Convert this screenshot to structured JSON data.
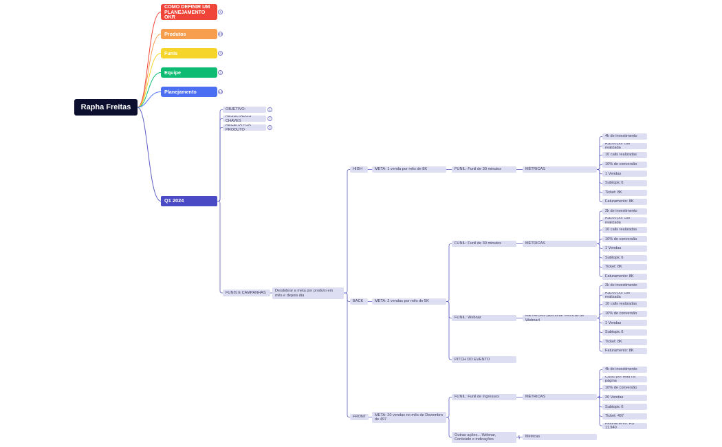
{
  "colors": {
    "line": "#5b5bc2",
    "node_bg": "#dedef3",
    "root_bg": "#0c0f2e",
    "q1_bg": "#4a4ac4"
  },
  "root": {
    "label": "Rapha Freitas"
  },
  "top_branches": [
    {
      "label": "COMO DEFINIR UM PLANEJAMENTO OKR",
      "color": "#f04438",
      "count": "1"
    },
    {
      "label": "Produtos",
      "color": "#f79e4e",
      "count": "19"
    },
    {
      "label": "Funis",
      "color": "#f5d52a",
      "count": "3"
    },
    {
      "label": "Equipe",
      "color": "#0dbb72",
      "count": "2"
    },
    {
      "label": "Planejamento",
      "color": "#4b6ff2",
      "count": "12"
    }
  ],
  "q1": {
    "label": "Q1 2024"
  },
  "q1_children": [
    {
      "label": "OBJETIVO:",
      "count": "1"
    },
    {
      "label": "RESULTADOS CHAVES",
      "count": "7"
    },
    {
      "label": "RECEITA POR PRODUTO",
      "count": "4"
    },
    {
      "label": "FUNIS E CAMPANHAS"
    }
  ],
  "desdobrar": {
    "label": "Desdobrar a meta por produto em mês e depois dia"
  },
  "products": {
    "high": {
      "label": "HIGH",
      "meta": "META: 1 venda por mês de 8K",
      "funil": "FUNIL: Funil de 30 minutos",
      "metricas": "MÉTRICAS",
      "items": [
        "4k de investimento",
        "R$200 por call realizada",
        "10 calls realizadas",
        "10% de conversão",
        "1 Vendas",
        "Subtopic 6",
        "Ticket: 8K",
        "Faturamento: 8K"
      ]
    },
    "back": {
      "label": "BACK",
      "meta": "META: 2 vendas por mês de 5K",
      "funil1": "FUNIL: Funil de 30 minutos",
      "metricas1": "MÉTRICAS",
      "items1": [
        "2k de investimento",
        "R$200 por call realizada",
        "10 calls realizadas",
        "10% de conversão",
        "1 Vendas",
        "Subtopic 6",
        "Ticket: 8K",
        "Faturamento: 8K"
      ],
      "funil2": "FUNIL: Webnar",
      "metricas2": "MÉTRICAS (adicionar métricas de Webnar)",
      "items2": [
        "2k de investimento",
        "R$200 por call realizada",
        "10 calls realizadas",
        "10% de conversão",
        "1 Vendas",
        "Subtopic 6",
        "Ticket: 8K",
        "Faturamento: 8K"
      ],
      "pitch": "PITCH DO EVENTO"
    },
    "front": {
      "label": "FRONT",
      "meta": "META: 20 vendas no mês de Dezembro de 497",
      "funil1": "FUNIL: Funil de Ingressos",
      "metricas1": "MÉTRICAS",
      "items1": [
        "4k de investimento",
        "Custo por lead na página",
        "10% de conversão",
        "20 Vendas",
        "Subtopic 6",
        "Ticket: 497",
        "Faturamento: R$ 11.940"
      ],
      "outras": "Outras ações... Webnar, Conteúdo e indicações",
      "outras_metricas": "Métricas"
    }
  }
}
